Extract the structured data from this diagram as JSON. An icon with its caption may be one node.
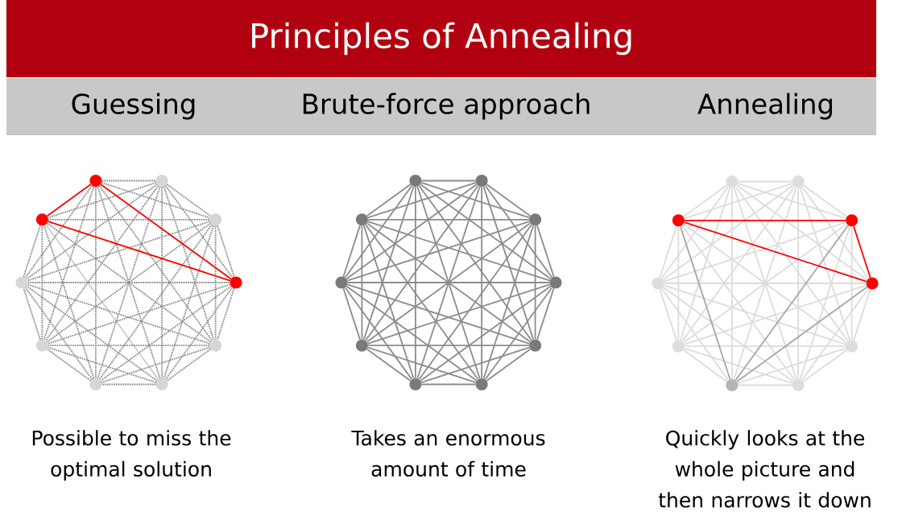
{
  "diagram": {
    "title": "Principles of Annealing",
    "labels": [
      "Guessing",
      "Brute-force approach",
      "Annealing",
      "Possible to miss the optimal solution",
      "Takes an enormous amount of time",
      "Quickly looks at the whole picture and then narrows it down"
    ],
    "nodes": [
      {
        "text": [],
        "shape": "circle"
      },
      {
        "text": [],
        "shape": "circle"
      },
      {
        "text": [],
        "shape": "circle"
      },
      {
        "text": [],
        "shape": "circle"
      },
      {
        "text": [],
        "shape": "circle"
      },
      {
        "text": [],
        "shape": "circle"
      },
      {
        "text": [],
        "shape": "circle"
      },
      {
        "text": [],
        "shape": "circle"
      },
      {
        "text": [],
        "shape": "circle"
      },
      {
        "text": [],
        "shape": "circle"
      },
      {
        "text": [],
        "shape": "circle"
      },
      {
        "text": [],
        "shape": "circle"
      },
      {
        "text": [],
        "shape": "circle"
      },
      {
        "text": [],
        "shape": "circle"
      },
      {
        "text": [],
        "shape": "circle"
      },
      {
        "text": [],
        "shape": "circle"
      },
      {
        "text": [],
        "shape": "circle"
      },
      {
        "text": [],
        "shape": "circle"
      },
      {
        "text": [],
        "shape": "circle"
      },
      {
        "text": [],
        "shape": "circle"
      },
      {
        "text": [],
        "shape": "circle"
      },
      {
        "text": [],
        "shape": "circle"
      },
      {
        "text": [],
        "shape": "circle"
      },
      {
        "text": [],
        "shape": "circle"
      },
      {
        "text": [],
        "shape": "circle"
      },
      {
        "text": [],
        "shape": "circle"
      },
      {
        "text": [],
        "shape": "circle"
      },
      {
        "text": [],
        "shape": "circle"
      },
      {
        "text": [],
        "shape": "circle"
      },
      {
        "text": [],
        "shape": "circle"
      }
    ],
    "edges": [
      {
        "from": 0,
        "to": 1,
        "arrow": "none",
        "style": "dashed"
      },
      {
        "from": 0,
        "to": 2,
        "arrow": "none",
        "style": "dashed"
      },
      {
        "from": 0,
        "to": 3,
        "arrow": "none",
        "color": "#ff0000"
      },
      {
        "from": 0,
        "to": 4,
        "arrow": "none",
        "style": "dashed"
      },
      {
        "from": 0,
        "to": 5,
        "arrow": "none",
        "style": "dashed"
      },
      {
        "from": 0,
        "to": 6,
        "arrow": "none",
        "style": "dashed"
      },
      {
        "from": 0,
        "to": 7,
        "arrow": "none",
        "style": "dashed"
      },
      {
        "from": 0,
        "to": 8,
        "arrow": "none",
        "style": "dashed"
      },
      {
        "from": 0,
        "to": 9,
        "arrow": "none",
        "color": "#ff0000"
      },
      {
        "from": 1,
        "to": 2,
        "arrow": "none",
        "style": "dashed"
      },
      {
        "from": 1,
        "to": 3,
        "arrow": "none",
        "style": "dashed"
      },
      {
        "from": 1,
        "to": 4,
        "arrow": "none",
        "style": "dashed"
      },
      {
        "from": 1,
        "to": 5,
        "arrow": "none",
        "style": "dashed"
      },
      {
        "from": 1,
        "to": 6,
        "arrow": "none",
        "style": "dashed"
      },
      {
        "from": 1,
        "to": 7,
        "arrow": "none",
        "style": "dashed"
      },
      {
        "from": 1,
        "to": 8,
        "arrow": "none",
        "style": "dashed"
      },
      {
        "from": 1,
        "to": 9,
        "arrow": "none",
        "style": "dashed"
      },
      {
        "from": 2,
        "to": 3,
        "arrow": "none",
        "style": "dashed"
      },
      {
        "from": 2,
        "to": 4,
        "arrow": "none",
        "style": "dashed"
      },
      {
        "from": 2,
        "to": 5,
        "arrow": "none",
        "style": "dashed"
      },
      {
        "from": 2,
        "to": 6,
        "arrow": "none",
        "style": "dashed"
      },
      {
        "from": 2,
        "to": 7,
        "arrow": "none",
        "style": "dashed"
      },
      {
        "from": 2,
        "to": 8,
        "arrow": "none",
        "style": "dashed"
      },
      {
        "from": 2,
        "to": 9,
        "arrow": "none",
        "style": "dashed"
      },
      {
        "from": 3,
        "to": 4,
        "arrow": "none",
        "style": "dashed"
      },
      {
        "from": 3,
        "to": 5,
        "arrow": "none",
        "style": "dashed"
      },
      {
        "from": 3,
        "to": 6,
        "arrow": "none",
        "style": "dashed"
      },
      {
        "from": 3,
        "to": 7,
        "arrow": "none",
        "style": "dashed"
      },
      {
        "from": 3,
        "to": 8,
        "arrow": "none",
        "style": "dashed"
      },
      {
        "from": 3,
        "to": 9,
        "arrow": "none",
        "color": "#ff0000"
      },
      {
        "from": 4,
        "to": 5,
        "arrow": "none",
        "style": "dashed"
      },
      {
        "from": 4,
        "to": 6,
        "arrow": "none",
        "style": "dashed"
      },
      {
        "from": 4,
        "to": 7,
        "arrow": "none",
        "style": "dashed"
      },
      {
        "from": 4,
        "to": 8,
        "arrow": "none",
        "style": "dashed"
      },
      {
        "from": 4,
        "to": 9,
        "arrow": "none",
        "style": "dashed"
      },
      {
        "from": 5,
        "to": 6,
        "arrow": "none",
        "style": "dashed"
      },
      {
        "from": 5,
        "to": 7,
        "arrow": "none",
        "style": "dashed"
      },
      {
        "from": 5,
        "to": 8,
        "arrow": "none",
        "style": "dashed"
      },
      {
        "from": 5,
        "to": 9,
        "arrow": "none",
        "color": "#cccccc"
      },
      {
        "from": 6,
        "to": 7,
        "arrow": "none",
        "style": "dashed"
      },
      {
        "from": 6,
        "to": 8,
        "arrow": "none",
        "style": "dashed"
      },
      {
        "from": 6,
        "to": 9,
        "arrow": "none",
        "style": "dashed"
      },
      {
        "from": 7,
        "to": 8,
        "arrow": "none",
        "style": "dashed"
      },
      {
        "from": 7,
        "to": 9,
        "arrow": "none",
        "style": "dashed"
      },
      {
        "from": 8,
        "to": 9,
        "arrow": "none",
        "style": "dashed"
      },
      {
        "from": 10,
        "to": 11,
        "arrow": "none"
      },
      {
        "from": 10,
        "to": 12,
        "arrow": "none"
      },
      {
        "from": 10,
        "to": 13,
        "arrow": "none"
      },
      {
        "from": 10,
        "to": 14,
        "arrow": "none"
      },
      {
        "from": 10,
        "to": 15,
        "arrow": "none"
      },
      {
        "from": 10,
        "to": 16,
        "arrow": "none"
      },
      {
        "from": 10,
        "to": 17,
        "arrow": "none"
      },
      {
        "from": 10,
        "to": 18,
        "arrow": "none"
      },
      {
        "from": 10,
        "to": 19,
        "arrow": "none"
      },
      {
        "from": 11,
        "to": 12,
        "arrow": "none"
      },
      {
        "from": 11,
        "to": 13,
        "arrow": "none"
      },
      {
        "from": 11,
        "to": 14,
        "arrow": "none"
      },
      {
        "from": 11,
        "to": 15,
        "arrow": "none"
      },
      {
        "from": 11,
        "to": 16,
        "arrow": "none"
      },
      {
        "from": 11,
        "to": 17,
        "arrow": "none"
      },
      {
        "from": 11,
        "to": 18,
        "arrow": "none"
      },
      {
        "from": 11,
        "to": 19,
        "arrow": "none"
      },
      {
        "from": 12,
        "to": 13,
        "arrow": "none"
      },
      {
        "from": 12,
        "to": 14,
        "arrow": "none"
      },
      {
        "from": 12,
        "to": 15,
        "arrow": "none"
      },
      {
        "from": 12,
        "to": 16,
        "arrow": "none"
      },
      {
        "from": 12,
        "to": 17,
        "arrow": "none"
      },
      {
        "from": 12,
        "to": 18,
        "arrow": "none"
      },
      {
        "from": 12,
        "to": 19,
        "arrow": "none"
      },
      {
        "from": 13,
        "to": 14,
        "arrow": "none"
      },
      {
        "from": 13,
        "to": 15,
        "arrow": "none"
      },
      {
        "from": 13,
        "to": 16,
        "arrow": "none"
      },
      {
        "from": 13,
        "to": 17,
        "arrow": "none"
      },
      {
        "from": 13,
        "to": 18,
        "arrow": "none"
      },
      {
        "from": 13,
        "to": 19,
        "arrow": "none"
      },
      {
        "from": 14,
        "to": 15,
        "arrow": "none"
      },
      {
        "from": 14,
        "to": 16,
        "arrow": "none"
      },
      {
        "from": 14,
        "to": 17,
        "arrow": "none"
      },
      {
        "from": 14,
        "to": 18,
        "arrow": "none"
      },
      {
        "from": 14,
        "to": 19,
        "arrow": "none"
      },
      {
        "from": 15,
        "to": 16,
        "arrow": "none"
      },
      {
        "from": 15,
        "to": 17,
        "arrow": "none"
      },
      {
        "from": 15,
        "to": 18,
        "arrow": "none"
      },
      {
        "from": 15,
        "to": 19,
        "arrow": "none"
      },
      {
        "from": 16,
        "to": 17,
        "arrow": "none"
      },
      {
        "from": 16,
        "to": 18,
        "arrow": "none"
      },
      {
        "from": 16,
        "to": 19,
        "arrow": "none"
      },
      {
        "from": 17,
        "to": 18,
        "arrow": "none"
      },
      {
        "from": 17,
        "to": 19,
        "arrow": "none"
      },
      {
        "from": 18,
        "to": 19,
        "arrow": "none"
      },
      {
        "from": 20,
        "to": 21,
        "arrow": "none",
        "color": "#dcdcdc"
      },
      {
        "from": 20,
        "to": 22,
        "arrow": "none",
        "color": "#dcdcdc"
      },
      {
        "from": 20,
        "to": 23,
        "arrow": "none",
        "color": "#dcdcdc"
      },
      {
        "from": 20,
        "to": 24,
        "arrow": "none",
        "color": "#dcdcdc"
      },
      {
        "from": 20,
        "to": 25,
        "arrow": "none",
        "color": "#dcdcdc"
      },
      {
        "from": 20,
        "to": 26,
        "arrow": "none",
        "color": "#dcdcdc"
      },
      {
        "from": 20,
        "to": 27,
        "arrow": "none",
        "color": "#dcdcdc"
      },
      {
        "from": 20,
        "to": 28,
        "arrow": "none",
        "color": "#dcdcdc"
      },
      {
        "from": 20,
        "to": 29,
        "arrow": "none",
        "color": "#dcdcdc"
      },
      {
        "from": 21,
        "to": 22,
        "arrow": "none",
        "color": "#dcdcdc"
      },
      {
        "from": 21,
        "to": 23,
        "arrow": "none",
        "color": "#dcdcdc"
      },
      {
        "from": 21,
        "to": 24,
        "arrow": "none",
        "color": "#dcdcdc"
      },
      {
        "from": 21,
        "to": 25,
        "arrow": "none",
        "color": "#dcdcdc"
      },
      {
        "from": 21,
        "to": 26,
        "arrow": "none",
        "color": "#dcdcdc"
      },
      {
        "from": 21,
        "to": 27,
        "arrow": "none",
        "color": "#dcdcdc"
      },
      {
        "from": 21,
        "to": 28,
        "arrow": "none",
        "color": "#dcdcdc"
      },
      {
        "from": 21,
        "to": 29,
        "arrow": "none",
        "color": "#dcdcdc"
      },
      {
        "from": 22,
        "to": 23,
        "arrow": "none",
        "color": "#ff0000"
      },
      {
        "from": 22,
        "to": 24,
        "arrow": "none",
        "color": "#dcdcdc"
      },
      {
        "from": 22,
        "to": 25,
        "arrow": "none",
        "color": "#dcdcdc"
      },
      {
        "from": 22,
        "to": 26,
        "arrow": "none",
        "color": "#a6a6a6"
      },
      {
        "from": 22,
        "to": 27,
        "arrow": "none",
        "color": "#dcdcdc"
      },
      {
        "from": 22,
        "to": 28,
        "arrow": "none",
        "color": "#dcdcdc"
      },
      {
        "from": 22,
        "to": 29,
        "arrow": "none",
        "color": "#ff0000"
      },
      {
        "from": 23,
        "to": 24,
        "arrow": "none",
        "color": "#dcdcdc"
      },
      {
        "from": 23,
        "to": 25,
        "arrow": "none",
        "color": "#dcdcdc"
      },
      {
        "from": 23,
        "to": 26,
        "arrow": "none",
        "color": "#a6a6a6"
      },
      {
        "from": 23,
        "to": 27,
        "arrow": "none",
        "color": "#dcdcdc"
      },
      {
        "from": 23,
        "to": 28,
        "arrow": "none",
        "color": "#dcdcdc"
      },
      {
        "from": 23,
        "to": 29,
        "arrow": "none",
        "color": "#ff0000"
      },
      {
        "from": 24,
        "to": 25,
        "arrow": "none",
        "color": "#dcdcdc"
      },
      {
        "from": 24,
        "to": 26,
        "arrow": "none",
        "color": "#dcdcdc"
      },
      {
        "from": 24,
        "to": 27,
        "arrow": "none",
        "color": "#dcdcdc"
      },
      {
        "from": 24,
        "to": 28,
        "arrow": "none",
        "color": "#dcdcdc"
      },
      {
        "from": 24,
        "to": 29,
        "arrow": "none",
        "color": "#dcdcdc"
      },
      {
        "from": 25,
        "to": 26,
        "arrow": "none",
        "color": "#dcdcdc"
      },
      {
        "from": 25,
        "to": 27,
        "arrow": "none",
        "color": "#dcdcdc"
      },
      {
        "from": 25,
        "to": 28,
        "arrow": "none",
        "color": "#dcdcdc"
      },
      {
        "from": 25,
        "to": 29,
        "arrow": "none",
        "color": "#dcdcdc"
      },
      {
        "from": 26,
        "to": 27,
        "arrow": "none",
        "color": "#dcdcdc"
      },
      {
        "from": 26,
        "to": 28,
        "arrow": "none",
        "color": "#dcdcdc"
      },
      {
        "from": 26,
        "to": 29,
        "arrow": "none",
        "color": "#a6a6a6"
      },
      {
        "from": 27,
        "to": 28,
        "arrow": "none",
        "color": "#dcdcdc"
      },
      {
        "from": 27,
        "to": 29,
        "arrow": "none",
        "color": "#dcdcdc"
      },
      {
        "from": 28,
        "to": 29,
        "arrow": "none",
        "color": "#dcdcdc"
      }
    ]
  }
}
